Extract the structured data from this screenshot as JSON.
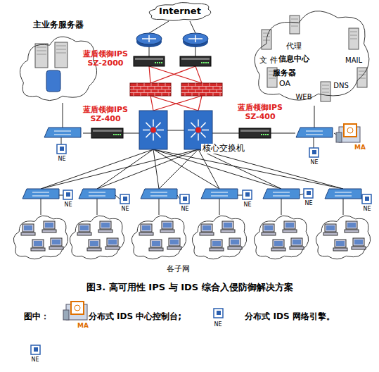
{
  "diagram": {
    "caption": "图3. 高可用性 IPS 与 IDS 综合入侵防御解决方案",
    "nodes": [
      {
        "text": [
          "Internet"
        ]
      },
      {
        "text": [
          "主业务服务器"
        ]
      },
      {
        "text": [
          "信息中心"
        ]
      }
    ],
    "labels": [
      "蓝盾领御IPS SZ-2000",
      "蓝盾领御IPS SZ-400",
      "蓝盾领御IPS SZ-400",
      "核心交换机",
      "代理",
      "文 件",
      "MAIL",
      "服务器",
      "OA",
      "WEB",
      "DNS",
      "NE",
      "NE",
      "MA",
      "NE",
      "NE",
      "NE",
      "NE",
      "NE",
      "NE",
      "各子网",
      "图中：",
      "MA",
      "NE",
      "NE"
    ],
    "legend": [
      {
        "text": "分布式 IDS 中心控制台;"
      },
      {
        "text": "分布式 IDS 网络引擎。"
      }
    ]
  }
}
